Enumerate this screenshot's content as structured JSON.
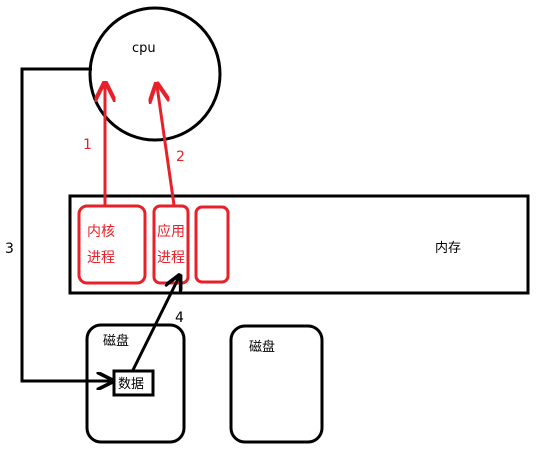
{
  "diagram": {
    "cpu_label": "cpu",
    "memory_label": "内存",
    "kernel_process_label_line1": "内核",
    "kernel_process_label_line2": "进程",
    "app_process_label_line1": "应用",
    "app_process_label_line2": "进程",
    "disk1_label": "磁盘",
    "disk2_label": "磁盘",
    "data_label": "数据",
    "step1": "1",
    "step2": "2",
    "step3": "3",
    "step4": "4",
    "colors": {
      "ink": "#000000",
      "highlight": "#e8202a",
      "background": "#ffffff"
    }
  }
}
